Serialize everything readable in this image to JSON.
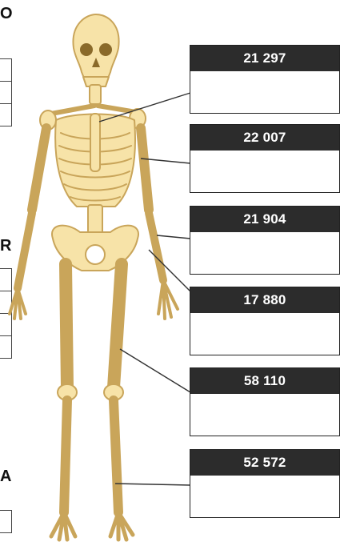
{
  "edge_letters": [
    "O",
    "R",
    "A"
  ],
  "colors": {
    "bone_fill": "#f7e3a8",
    "bone_stroke": "#c9a55a",
    "code_bar": "#2c2c2c",
    "leader_line": "#333333"
  },
  "boxes": [
    {
      "code": "21 297"
    },
    {
      "code": "22 007"
    },
    {
      "code": "21 904"
    },
    {
      "code": "17 880"
    },
    {
      "code": "58 110"
    },
    {
      "code": "52 572"
    }
  ]
}
